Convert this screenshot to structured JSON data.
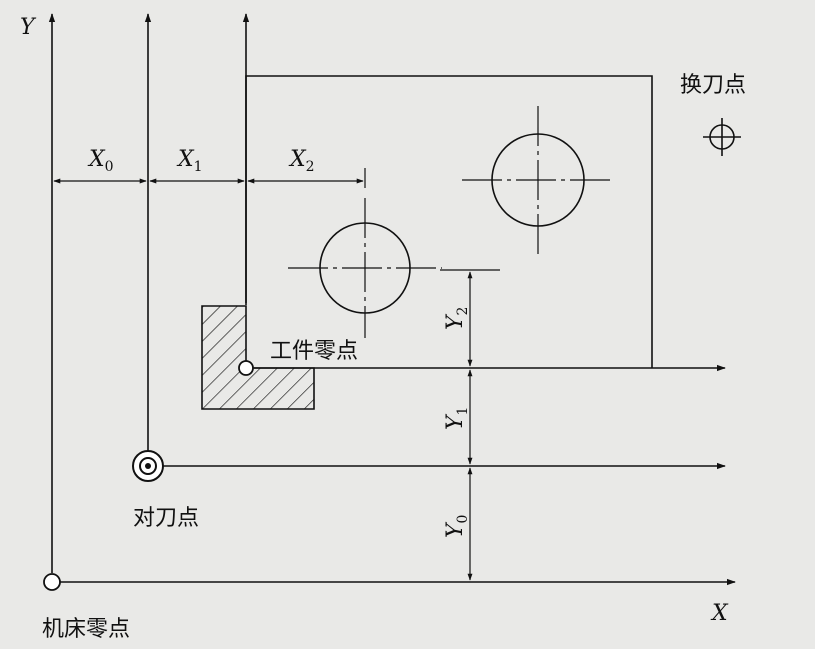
{
  "axes": {
    "x_label": "X",
    "y_label": "Y"
  },
  "points": {
    "machine_zero": "机床零点",
    "tool_setting_point": "对刀点",
    "workpiece_zero": "工件零点",
    "tool_change_point": "换刀点"
  },
  "dimensions": {
    "x0": {
      "letter": "X",
      "sub": "0"
    },
    "x1": {
      "letter": "X",
      "sub": "1"
    },
    "x2": {
      "letter": "X",
      "sub": "2"
    },
    "y0": {
      "letter": "Y",
      "sub": "0"
    },
    "y1": {
      "letter": "Y",
      "sub": "1"
    },
    "y2": {
      "letter": "Y",
      "sub": "2"
    }
  }
}
